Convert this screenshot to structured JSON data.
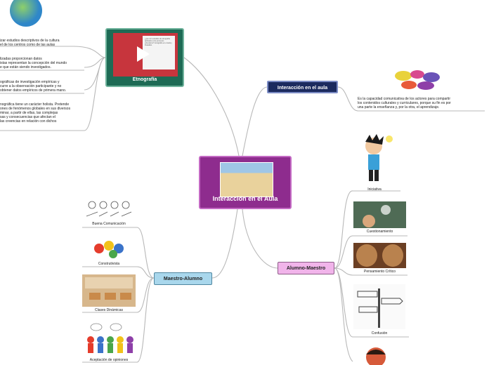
{
  "central": {
    "title": "Interacción en el Aula"
  },
  "etnografia": {
    "title": "Etnografía",
    "video_text": "¿que son estudios de etnografía aplicados a los procesos educativos? etnografía en el aula y Peladitos",
    "notes": [
      [
        "izar estudios descriptivos de la cultura",
        "el de los centros como de las aulas"
      ],
      [
        "lizadas proporcionan datos",
        "istas representan la concepción del mundo",
        "e que están siendo investigados."
      ],
      [
        "ográficas de investigación empíricas y",
        "curre a la observación participante y no",
        "obtener datos empíricos de primera mano."
      ],
      [
        "nográfica tiene un carácter holista. Pretende",
        "ones de fenómenos globales en sus diversos",
        "minar, a partir de ellas, las complejas",
        "sas y consecuencias que afectan el",
        "las creencias en relación con dichos"
      ]
    ]
  },
  "interaccion": {
    "title": "Interacción en el aula",
    "description": [
      "Es la capacidad comunicativa de los actores para compartir",
      "los contenidos culturales y curriculares, porque su fin es por",
      "una parte la enseñanza y, por la otra, el aprendizaje."
    ]
  },
  "alumno_maestro": {
    "title": "Alumno-Maestro",
    "items": [
      {
        "label": "Iniciativa"
      },
      {
        "label": "Cuestionamiento"
      },
      {
        "label": "Pensamiento Crítico"
      },
      {
        "label": "Confusión"
      },
      {
        "label": ""
      }
    ]
  },
  "maestro_alumno": {
    "title": "Maestro-Alumno",
    "items": [
      {
        "label": "Buena Comunicación"
      },
      {
        "label": "Construtivista"
      },
      {
        "label": "Clases Dinámicas"
      },
      {
        "label": "Aceptación de opiniones"
      }
    ]
  },
  "colors": {
    "central": "#8e2c8e",
    "etnografia": "#1e6b55",
    "interaccion": "#1b2a5e",
    "alumno_maestro": "#f1b4ea",
    "maestro_alumno": "#a9d7ec",
    "connector": "#b8b8b8"
  }
}
